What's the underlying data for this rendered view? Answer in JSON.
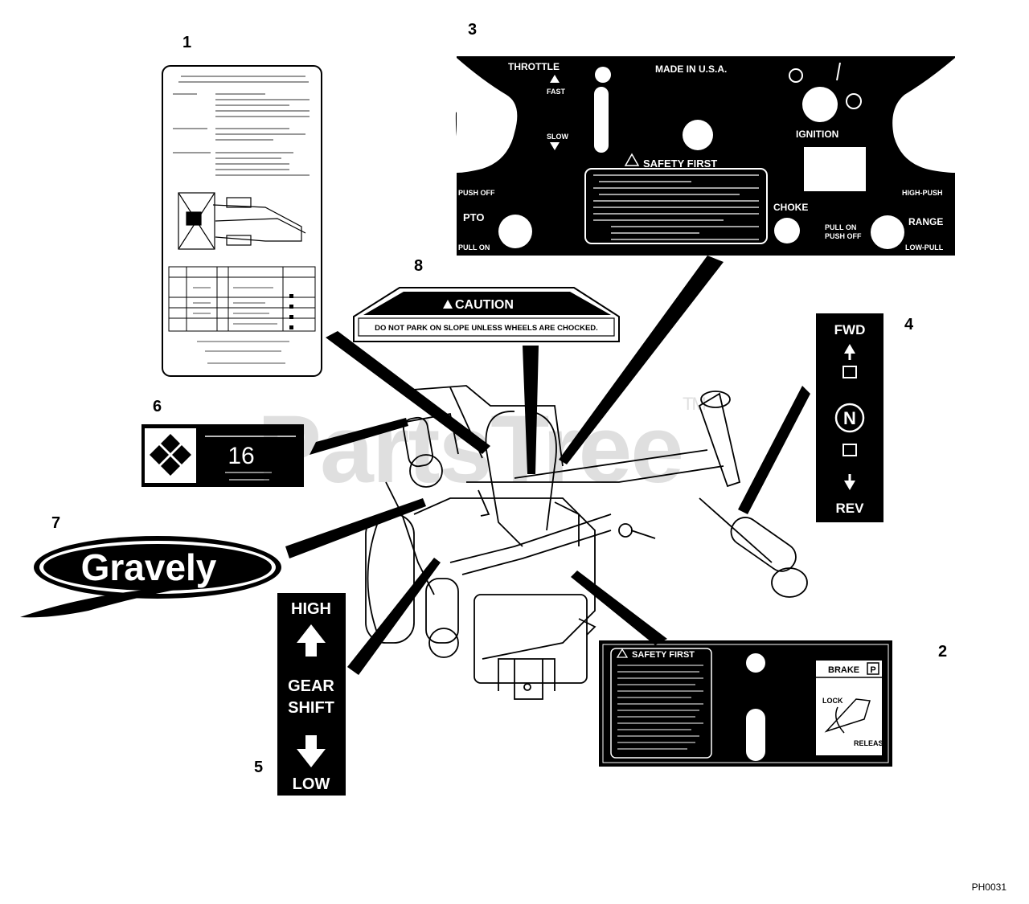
{
  "callouts": [
    "1",
    "2",
    "3",
    "4",
    "5",
    "6",
    "7",
    "8"
  ],
  "decal3": {
    "throttle": "THROTTLE",
    "fast": "FAST",
    "slow": "SLOW",
    "made_in": "MADE IN U.S.A.",
    "ignition": "IGNITION",
    "safety_first": "SAFETY FIRST",
    "push_off": "PUSH OFF",
    "pto": "PTO",
    "pull_on": "PULL ON",
    "choke": "CHOKE",
    "pull_on_push_off_1": "PULL ON",
    "pull_on_push_off_2": "PUSH OFF",
    "high_push": "HIGH-PUSH",
    "range": "RANGE",
    "low_pull": "LOW-PULL"
  },
  "decal4": {
    "fwd": "FWD",
    "neutral": "N",
    "rev": "REV"
  },
  "decal5": {
    "high": "HIGH",
    "gear": "GEAR",
    "shift": "SHIFT",
    "low": "LOW"
  },
  "decal8": {
    "caution": "CAUTION",
    "message": "DO NOT PARK ON SLOPE UNLESS WHEELS ARE CHOCKED."
  },
  "decal2": {
    "safety_first": "SAFETY FIRST",
    "brake": "BRAKE",
    "p": "P",
    "lock": "LOCK",
    "release": "RELEASE"
  },
  "decal6": {
    "number": "16"
  },
  "decal7": {
    "brand": "Gravely"
  },
  "watermark": {
    "text": "PartsTree",
    "tm": "TM"
  },
  "figure_id": "PH0031",
  "icons": [
    "warning-triangle-icon",
    "arrow-up-icon",
    "arrow-down-icon",
    "diamond-logo-icon",
    "rabbit-icon",
    "turtle-icon"
  ]
}
